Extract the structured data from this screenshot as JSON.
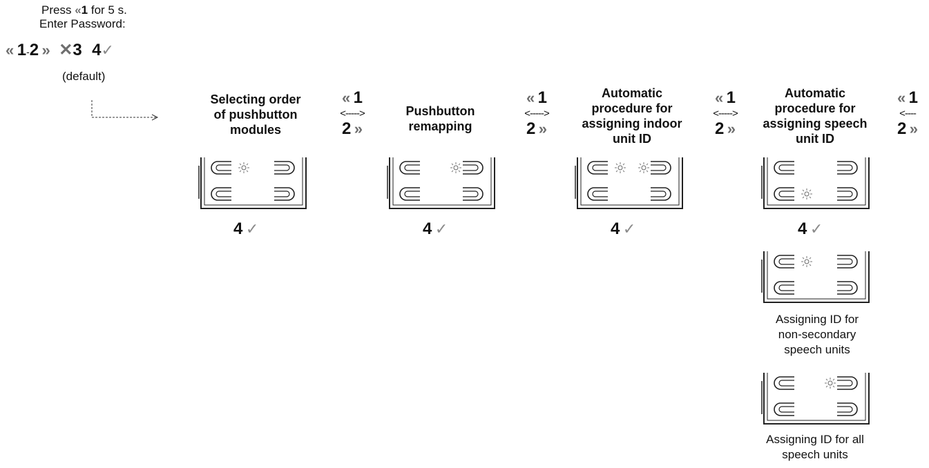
{
  "intro": {
    "press_prefix": "Press",
    "press_key": "1",
    "press_suffix": "for 5 s.",
    "enter_password": "Enter Password:",
    "pw_keys": [
      "1",
      "2",
      "3",
      "4"
    ],
    "pw_separator": "-",
    "default_note": "(default)",
    "dashed_arrow": "------------>"
  },
  "steps": [
    {
      "title_lines": [
        "Selecting order",
        "of pushbutton",
        "modules"
      ],
      "confirm_key": "4"
    },
    {
      "title_lines": [
        "Pushbutton",
        "remapping"
      ],
      "confirm_key": "4"
    },
    {
      "title_lines": [
        "Automatic",
        "procedure for",
        "assigning indoor",
        "unit ID"
      ],
      "confirm_key": "4"
    },
    {
      "title_lines": [
        "Automatic",
        "procedure for",
        "assigning speech",
        "unit ID"
      ],
      "confirm_key": "4"
    }
  ],
  "nav_connectors": [
    {
      "up_key": "1",
      "down_key": "2",
      "arrow": "<----->"
    },
    {
      "up_key": "1",
      "down_key": "2",
      "arrow": "<----->"
    },
    {
      "up_key": "1",
      "down_key": "2",
      "arrow": "<----->"
    },
    {
      "up_key": "1",
      "down_key": "2",
      "arrow": "<----"
    }
  ],
  "sub_options": [
    {
      "label_lines": [
        "Assigning ID for",
        "non-secondary",
        "speech units"
      ]
    },
    {
      "label_lines": [
        "Assigning ID for all",
        "speech units"
      ]
    }
  ],
  "colors": {
    "text": "#111111",
    "check": "#8a8a8a",
    "chevron": "#6f6f6f",
    "line": "#222222"
  },
  "icons": [
    "chevron-left-icon",
    "chevron-right-icon",
    "cross-icon",
    "check-icon",
    "sun-led-icon"
  ]
}
